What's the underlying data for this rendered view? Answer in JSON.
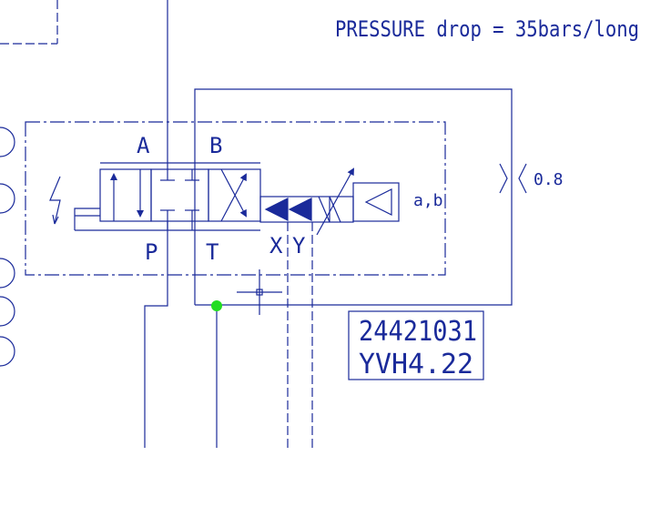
{
  "colors": {
    "line": "#1a2a9a",
    "background": "#ffffff",
    "junction": "#22dd22"
  },
  "annotation": {
    "pressure_note": "PRESSURE drop = 35bars/long",
    "orifice_label": "0.8"
  },
  "valve": {
    "port_a": "A",
    "port_b": "B",
    "port_p": "P",
    "port_t": "T",
    "port_x": "X",
    "port_y": "Y",
    "solenoid_label": "a,b"
  },
  "part_label": {
    "code": "24421031",
    "model": "YVH4.22"
  }
}
